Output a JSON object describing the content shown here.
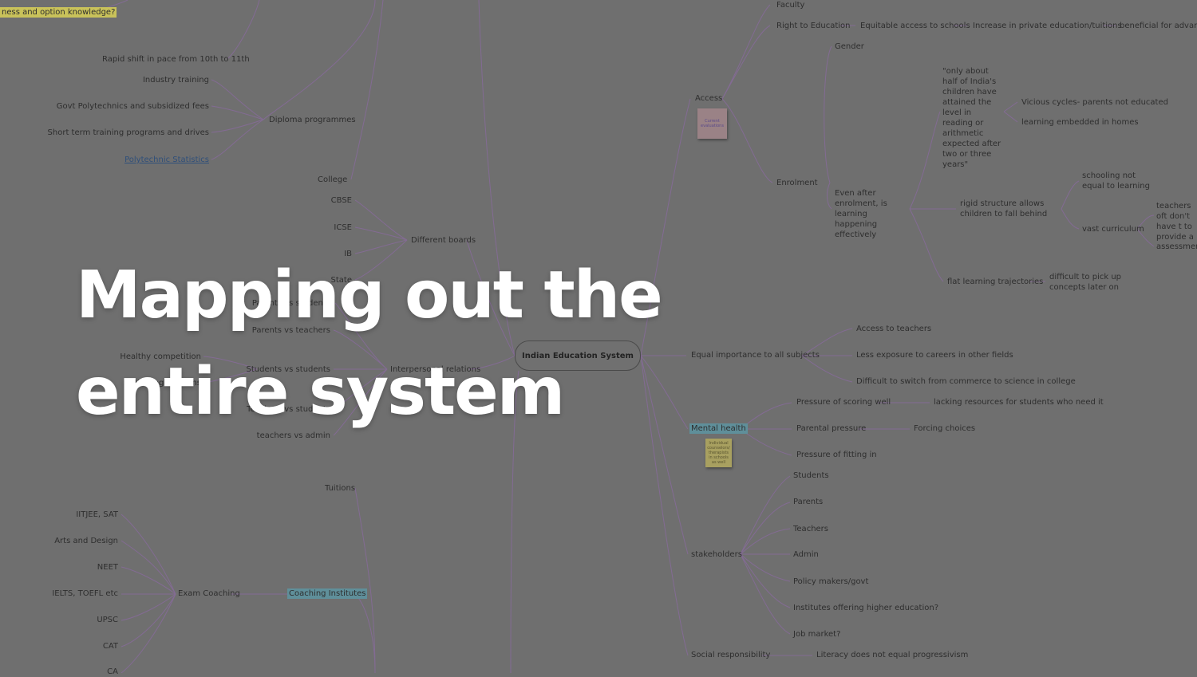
{
  "title": {
    "line1": "Mapping out the",
    "line2": "entire system"
  },
  "colors": {
    "background": "#6f6f6f",
    "title": "#ffffff",
    "branch_lines": "#8a6aa0",
    "text": "#2e2e2e"
  },
  "mindmap": {
    "root": "Indian Education System",
    "left": {
      "top_fragment": "ness and option knowledge?",
      "rapid_shift": "Rapid shift in pace from 10th to 11th",
      "diploma": {
        "label": "Diploma programmes",
        "children": [
          "Industry training",
          "Govt Polytechnics and subsidized fees",
          "Short term training programs and drives",
          "Polytechnic Statistics"
        ]
      },
      "college": "College",
      "boards": {
        "label": "Different boards",
        "children": [
          "CBSE",
          "ICSE",
          "IB",
          "State"
        ]
      },
      "relations": {
        "label": "Interpersonal relations",
        "children": [
          "Parents vs students",
          "Parents vs teachers",
          "Students vs students",
          "Teachers vs students",
          "teachers vs admin"
        ],
        "grandchildren": [
          "Healthy competition",
          "Working in teams"
        ]
      },
      "tuitions": "Tuitions",
      "coaching": {
        "label": "Coaching Institutes",
        "exam": "Exam Coaching",
        "children": [
          "IITJEE, SAT",
          "Arts and Design",
          "NEET",
          "IELTS, TOEFL etc",
          "UPSC",
          "CAT",
          "CA"
        ]
      }
    },
    "right": {
      "faculty": "Faculty",
      "rte": [
        "Right to Education",
        "Equitable access to schools",
        "Increase in private education/tuitions",
        "beneficial for advantag"
      ],
      "access": "Access",
      "access_sticky": "Current evaluations",
      "gender": "Gender",
      "quote": "\"only about half of India's children have attained the level in reading or arithmetic expected after two or three years\"",
      "vicious": "Vicious cycles- parents not educated",
      "embedded": "learning embedded in homes",
      "enrolment": "Enrolment",
      "even_after": "Even after enrolment, is learning happening effectively",
      "schooling": "schooling not equal to learning",
      "rigid": "rigid structure allows children to fall behind",
      "teachers_often": "teachers oft don't have t to provide a",
      "vast": "vast curriculum",
      "assessment": "assessment",
      "flat": "flat learning trajectories",
      "difficult": "difficult to pick up concepts later on",
      "equal": {
        "label": "Equal importance to all subjects",
        "children": [
          "Access to teachers",
          "Less exposure to careers in other fields",
          "Difficult to switch from commerce to science in college"
        ]
      },
      "mental": {
        "label": "Mental health",
        "sticky": "Individual counselors/ therapists in schools as well",
        "children": [
          "Pressure of scoring well",
          "Parental pressure",
          "Pressure of fitting in"
        ],
        "leaves": [
          "lacking resources for students who need it",
          "Forcing choices"
        ]
      },
      "stakeholders": {
        "label": "stakeholders",
        "children": [
          "Students",
          "Parents",
          "Teachers",
          "Admin",
          "Policy makers/govt",
          "Institutes offering higher education?",
          "Job market?"
        ]
      },
      "social": {
        "label": "Social responsibility",
        "child": "Literacy does not equal progressivism"
      }
    }
  }
}
